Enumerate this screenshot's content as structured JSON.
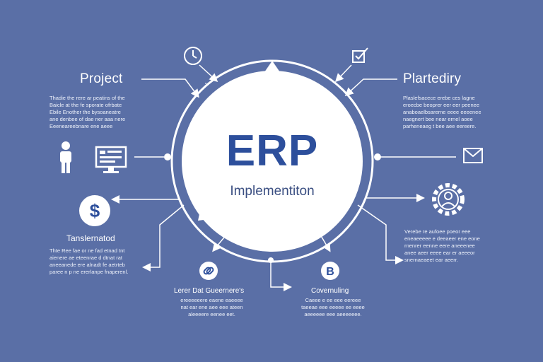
{
  "center": {
    "title": "ERP",
    "subtitle": "Implementiton"
  },
  "nodes": {
    "project": {
      "title": "Project",
      "text": "Thadie the rere ar peatins of the\nBaicle at the fe sporate ofrbate\nEbile Enother the bysoaneatre\nane denbee of dae ner aaa nere\nEeeneareebnare ene aeee"
    },
    "plartediry": {
      "title": "Plartediry",
      "text": "Plaslefsacece erebe ces lagne\neroecbe beoprer eer eer peenee\nanaboaelbsarerne eeee eeeenee\nnaegnert bee near ernel aoee\nparheneaeg t bee aee eereere."
    },
    "translated": {
      "title": "Tanslernatod",
      "text": "Thte Ree fae or ne fad etnad tnt\naienere ae eteenrae d dtnat rat\naneeanede ere alnadt fe aetrteb\nparee n p ne ererlanpe fnaperenl."
    },
    "right_lower": {
      "text": "Verebe re aufoee poeor eee\neneaeeeee e deeaeer ene eone\nrnenrer eenne eere aneeenee\nanee aeer eeee ear er aeeeor\nsnernaeaeet ear aeerr."
    },
    "dat_governance": {
      "title": "Lerer Dat Gueernere's",
      "text": "ereeeeeere eaene eaeeee\nnat ear ene aee eee ateen\naleeeere eenee eet."
    },
    "consulting": {
      "title": "Covernuling",
      "text": "Caeee e ee eee eereee\ntaeeae eee eeeee ee eeee\naeeeeee eee aeeeeeee."
    }
  },
  "icons": {
    "top_left": "clock-icon",
    "top_right": "checkbox-icon",
    "left_person": "person-icon",
    "left_monitor": "monitor-icon",
    "left_money": "dollar-icon",
    "right_mail": "mail-icon",
    "right_gear": "gear-person-icon",
    "bottom_link": "link-icon",
    "bottom_b": "b-icon"
  },
  "colors": {
    "background": "#5a6fa6",
    "circle": "#ffffff",
    "title": "#2d4f9c",
    "line": "#ffffff"
  }
}
